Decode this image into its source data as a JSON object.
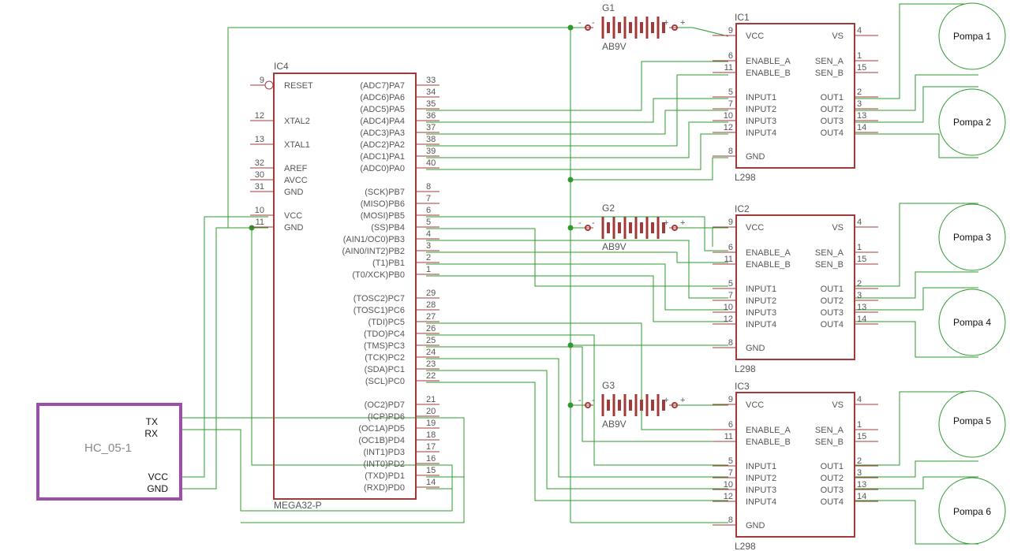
{
  "mcu": {
    "name": "IC4",
    "part": "MEGA32-P",
    "left_pins": [
      {
        "num": "9",
        "label": "RESET"
      },
      {
        "num": "12",
        "label": "XTAL2"
      },
      {
        "num": "13",
        "label": "XTAL1"
      },
      {
        "num": "32",
        "label": "AREF"
      },
      {
        "num": "30",
        "label": "AVCC"
      },
      {
        "num": "31",
        "label": "GND"
      },
      {
        "num": "10",
        "label": "VCC"
      },
      {
        "num": "11",
        "label": "GND"
      }
    ],
    "right_pins": [
      {
        "num": "33",
        "label": "(ADC7)PA7"
      },
      {
        "num": "34",
        "label": "(ADC6)PA6"
      },
      {
        "num": "35",
        "label": "(ADC5)PA5"
      },
      {
        "num": "36",
        "label": "(ADC4)PA4"
      },
      {
        "num": "37",
        "label": "(ADC3)PA3"
      },
      {
        "num": "38",
        "label": "(ADC2)PA2"
      },
      {
        "num": "39",
        "label": "(ADC1)PA1"
      },
      {
        "num": "40",
        "label": "(ADC0)PA0"
      },
      {
        "num": "8",
        "label": "(SCK)PB7"
      },
      {
        "num": "7",
        "label": "(MISO)PB6"
      },
      {
        "num": "6",
        "label": "(MOSI)PB5"
      },
      {
        "num": "5",
        "label": "(SS)PB4"
      },
      {
        "num": "4",
        "label": "(AIN1/OC0)PB3"
      },
      {
        "num": "3",
        "label": "(AIN0/INT2)PB2"
      },
      {
        "num": "2",
        "label": "(T1)PB1"
      },
      {
        "num": "1",
        "label": "(T0/XCK)PB0"
      },
      {
        "num": "29",
        "label": "(TOSC2)PC7"
      },
      {
        "num": "28",
        "label": "(TOSC1)PC6"
      },
      {
        "num": "27",
        "label": "(TDI)PC5"
      },
      {
        "num": "26",
        "label": "(TDO)PC4"
      },
      {
        "num": "25",
        "label": "(TMS)PC3"
      },
      {
        "num": "24",
        "label": "(TCK)PC2"
      },
      {
        "num": "23",
        "label": "(SDA)PC1"
      },
      {
        "num": "22",
        "label": "(SCL)PC0"
      },
      {
        "num": "21",
        "label": "(OC2)PD7"
      },
      {
        "num": "20",
        "label": "(ICP)PD6"
      },
      {
        "num": "19",
        "label": "(OC1A)PD5"
      },
      {
        "num": "18",
        "label": "(OC1B)PD4"
      },
      {
        "num": "17",
        "label": "(INT1)PD3"
      },
      {
        "num": "16",
        "label": "(INT0)PD2"
      },
      {
        "num": "15",
        "label": "(TXD)PD1"
      },
      {
        "num": "14",
        "label": "(RXD)PD0"
      }
    ]
  },
  "drivers": [
    {
      "name": "IC1",
      "part": "L298"
    },
    {
      "name": "IC2",
      "part": "L298"
    },
    {
      "name": "IC3",
      "part": "L298"
    }
  ],
  "driver_left_pins": [
    {
      "num": "9",
      "label": "VCC"
    },
    {
      "num": "6",
      "label": "ENABLE_A"
    },
    {
      "num": "11",
      "label": "ENABLE_B"
    },
    {
      "num": "5",
      "label": "INPUT1"
    },
    {
      "num": "7",
      "label": "INPUT2"
    },
    {
      "num": "10",
      "label": "INPUT3"
    },
    {
      "num": "12",
      "label": "INPUT4"
    },
    {
      "num": "8",
      "label": "GND"
    }
  ],
  "driver_right_pins": [
    {
      "num": "4",
      "label": "VS"
    },
    {
      "num": "1",
      "label": "SEN_A"
    },
    {
      "num": "15",
      "label": "SEN_B"
    },
    {
      "num": "2",
      "label": "OUT1"
    },
    {
      "num": "3",
      "label": "OUT2"
    },
    {
      "num": "13",
      "label": "OUT3"
    },
    {
      "num": "14",
      "label": "OUT4"
    }
  ],
  "batteries": [
    {
      "name": "G1",
      "part": "AB9V",
      "minus": "-",
      "plus": "+"
    },
    {
      "name": "G2",
      "part": "AB9V",
      "minus": "-",
      "plus": "+"
    },
    {
      "name": "G3",
      "part": "AB9V",
      "minus": "-",
      "plus": "+"
    }
  ],
  "bluetooth": {
    "name": "HC_05-1",
    "pins": [
      "TX",
      "RX",
      "VCC",
      "GND"
    ],
    "border_color": "#9b4fa8"
  },
  "motors": [
    "Pompa 1",
    "Pompa 2",
    "Pompa 3",
    "Pompa 4",
    "Pompa 5",
    "Pompa 6"
  ],
  "colors": {
    "wire": "#2e9a2e",
    "chip": "#a33a3a",
    "bluetooth": "#9b4fa8"
  }
}
